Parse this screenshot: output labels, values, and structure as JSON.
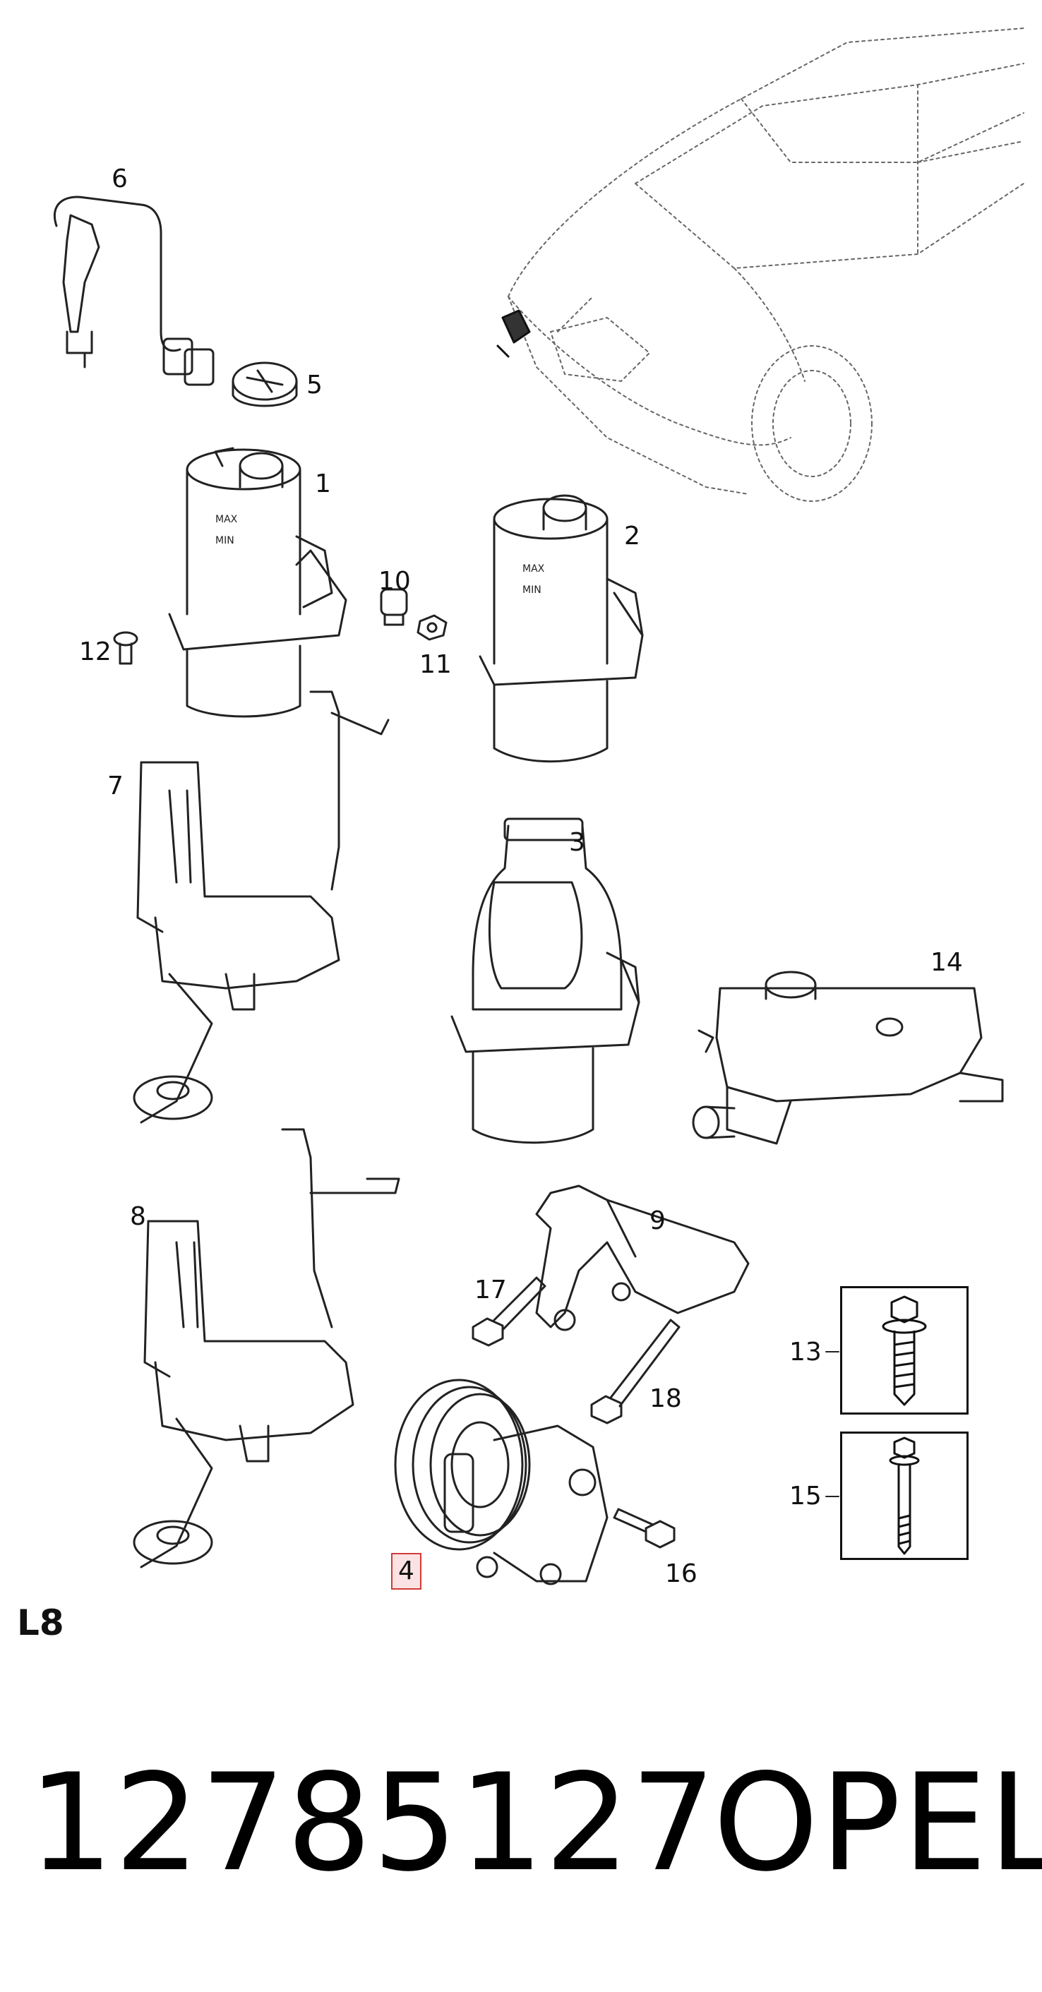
{
  "diagram": {
    "callouts": {
      "c1": "1",
      "c2": "2",
      "c3": "3",
      "c4": "4",
      "c5": "5",
      "c6": "6",
      "c7": "7",
      "c8": "8",
      "c9": "9",
      "c10": "10",
      "c11": "11",
      "c12": "12",
      "c13": "13",
      "c14": "14",
      "c15": "15",
      "c16": "16",
      "c17": "17",
      "c18": "18"
    },
    "highlighted_callout": "4",
    "highlight_color": "#d23a3a",
    "reservoir_labels": {
      "max": "MAX",
      "min": "MIN"
    }
  },
  "section_label": "L8",
  "part_number": "12785127",
  "brand": "OPEL"
}
